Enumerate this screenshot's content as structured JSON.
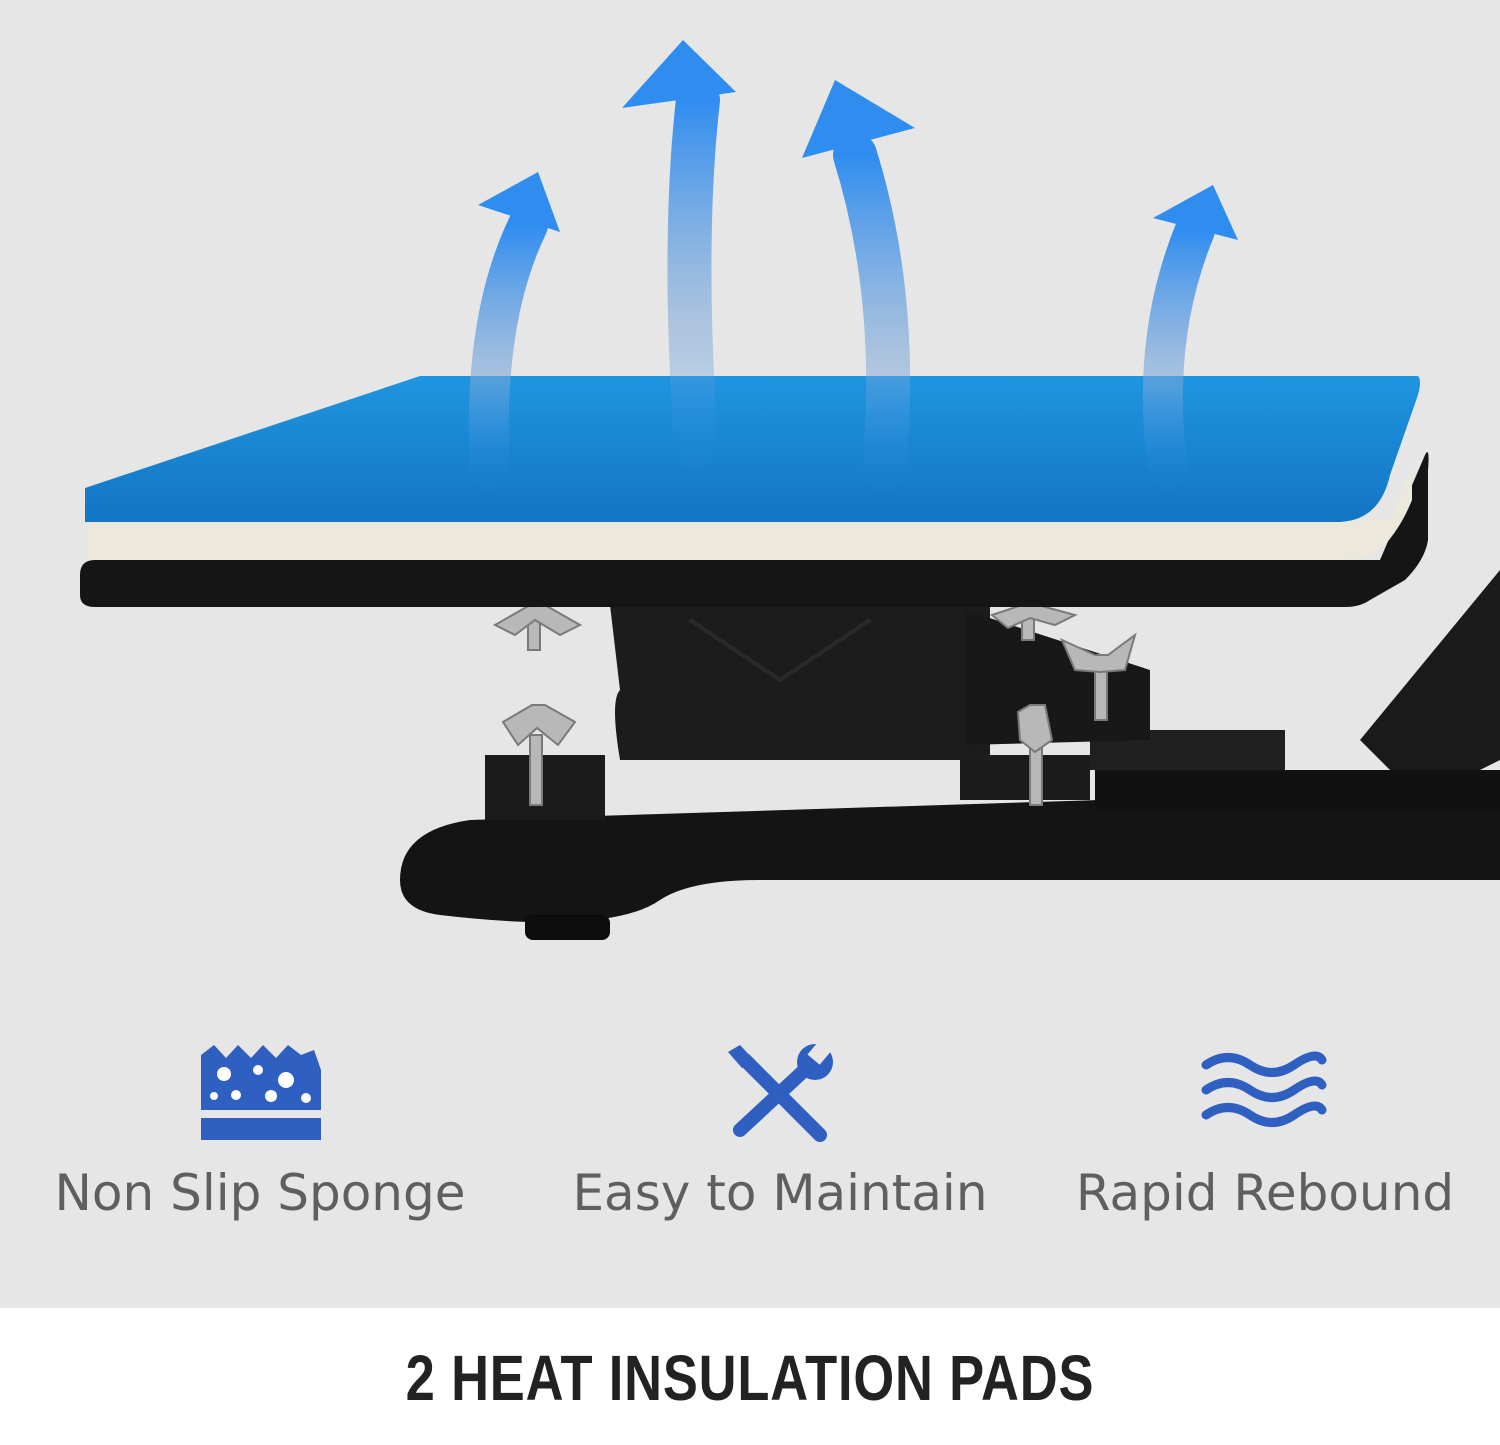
{
  "features": [
    {
      "label": "Non Slip Sponge",
      "icon": "sponge-icon"
    },
    {
      "label": "Easy to Maintain",
      "icon": "tools-icon"
    },
    {
      "label": "Rapid Rebound",
      "icon": "waves-icon"
    }
  ],
  "footer": {
    "title": "2 HEAT INSULATION PADS"
  },
  "colors": {
    "background": "#e6e6e6",
    "pad_blue": "#1a86d6",
    "felt": "#ece8dc",
    "base": "#161616",
    "arrow": "#3b8fe8",
    "icon_blue": "#2f5fc0",
    "label_gray": "#5f5f5f"
  }
}
